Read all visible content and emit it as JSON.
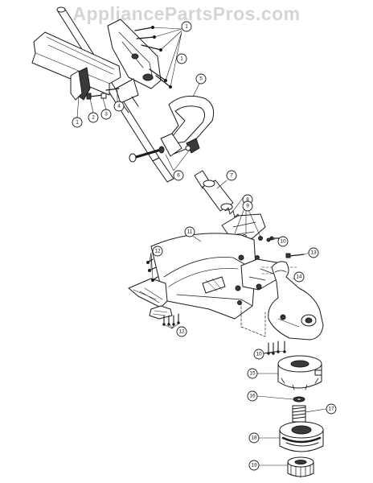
{
  "watermark": "AppliancePartsPros.com",
  "callouts": {
    "c1a": "1",
    "c1b": "1",
    "c2": "2",
    "c3": "3",
    "c4": "4",
    "c5": "5",
    "c6": "6",
    "c7": "7",
    "c8": "8",
    "c9": "9",
    "c10a": "10",
    "c10b": "10",
    "c11": "11",
    "c12a": "12",
    "c12b": "12",
    "c13": "13",
    "c14": "14",
    "c15": "15",
    "c16": "16",
    "c17": "17",
    "c18": "18",
    "c19": "19"
  },
  "colors": {
    "line": "#1a1a1a",
    "fill_dark": "#3a3a3a",
    "fill_light": "#ffffff",
    "watermark": "#d4d4d4"
  }
}
